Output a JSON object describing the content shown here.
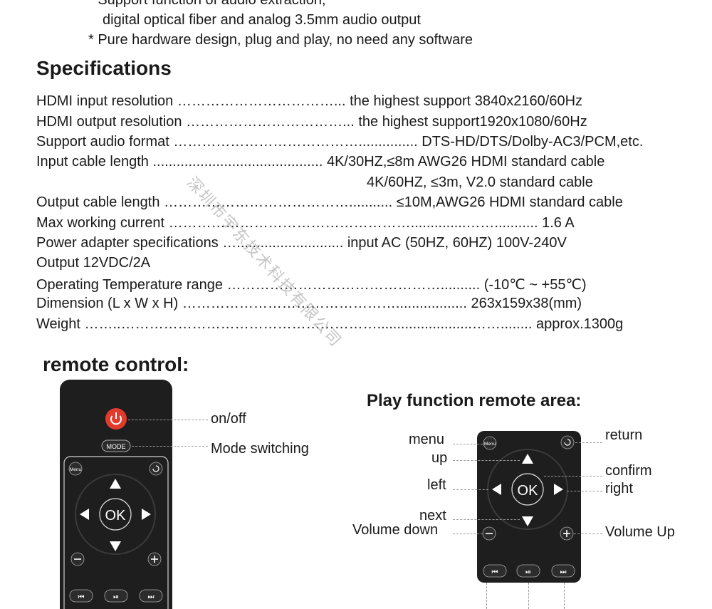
{
  "intro": {
    "line1": "* Support function of audio extraction,",
    "line2": "digital optical fiber and analog 3.5mm audio output",
    "line3": "* Pure hardware design, plug and play, no need any software"
  },
  "specs": {
    "heading": "Specifications",
    "rows": [
      {
        "label": "HDMI input resolution",
        "dots": "……………………………...",
        "value": "the highest support 3840x2160/60Hz"
      },
      {
        "label": "HDMI output resolution",
        "dots": "……………………………...",
        "value": "the highest support1920x1080/60Hz"
      },
      {
        "label": "Support audio format",
        "dots": "…………………………………...............",
        "value": "DTS-HD/DTS/Dolby-AC3/PCM,etc."
      },
      {
        "label": "Input cable length",
        "dots": "...........................................",
        "value": "4K/30HZ,≤8m AWG26 HDMI standard cable"
      },
      {
        "label": "",
        "dots": "",
        "value": "4K/60HZ, ≤3m, V2.0 standard cable"
      },
      {
        "label": "Output cable length",
        "dots": "…………………………………...........",
        "value": "≤10M,AWG26 HDMI standard cable"
      },
      {
        "label": "Max working current",
        "dots": "……………………………………………..............……...........",
        "value": "1.6 A"
      },
      {
        "label": "Power adapter specifications",
        "dots": "…...........................",
        "value": "input AC (50HZ, 60HZ) 100V-240V"
      },
      {
        "label": "Output 12VDC/2A",
        "dots": "",
        "value": ""
      },
      {
        "label": "Operating Temperature range",
        "dots": "………………………………………..........",
        "value": "(-10℃ ~ +55℃)"
      },
      {
        "label": "Dimension (L x W x H)",
        "dots": "………………………………………..................",
        "value": "263x159x38(mm)"
      },
      {
        "label": "Weight",
        "dots": "……..………………………………………………........................……........",
        "value": "approx.1300g"
      }
    ]
  },
  "watermark": "深圳市宇东技术科技有限公司",
  "remote": {
    "title": "remote control:",
    "labels": {
      "onoff": "on/off",
      "mode": "Mode switching"
    },
    "mode_btn": "MODE",
    "menu_btn": "Menu",
    "ok": "OK"
  },
  "play": {
    "title": "Play function remote area:",
    "menu": "menu",
    "up": "up",
    "left": "left",
    "next": "next",
    "vol_down": "Volume down",
    "ret": "return",
    "confirm": "confirm",
    "right": "right",
    "vol_up": "Volume Up",
    "menu_btn": "Menu",
    "ok": "OK"
  },
  "colors": {
    "power": "#e23b2e",
    "remote_body": "#1e1e1e"
  }
}
